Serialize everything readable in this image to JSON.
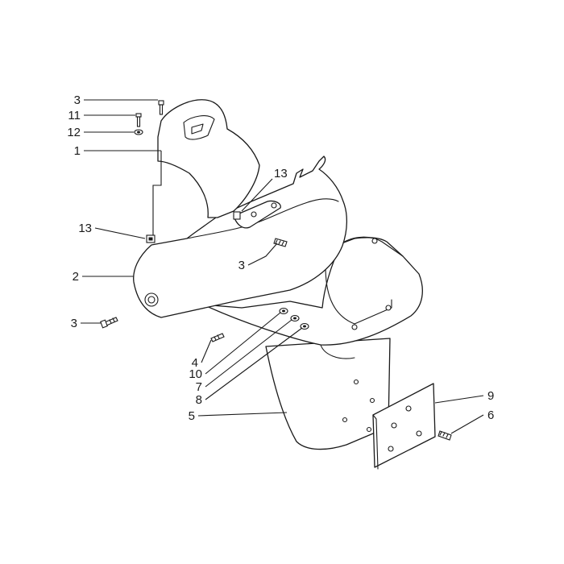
{
  "diagram": {
    "type": "exploded-parts-diagram",
    "callouts": [
      {
        "id": "c3a",
        "label": "3"
      },
      {
        "id": "c11",
        "label": "11"
      },
      {
        "id": "c12",
        "label": "12"
      },
      {
        "id": "c1",
        "label": "1"
      },
      {
        "id": "c13a",
        "label": "13"
      },
      {
        "id": "c13b",
        "label": "13"
      },
      {
        "id": "c3b",
        "label": "3"
      },
      {
        "id": "c2",
        "label": "2"
      },
      {
        "id": "c3c",
        "label": "3"
      },
      {
        "id": "c4",
        "label": "4"
      },
      {
        "id": "c10",
        "label": "10"
      },
      {
        "id": "c7",
        "label": "7"
      },
      {
        "id": "c8",
        "label": "8"
      },
      {
        "id": "c5",
        "label": "5"
      },
      {
        "id": "c9",
        "label": "9"
      },
      {
        "id": "c6",
        "label": "6"
      }
    ]
  }
}
